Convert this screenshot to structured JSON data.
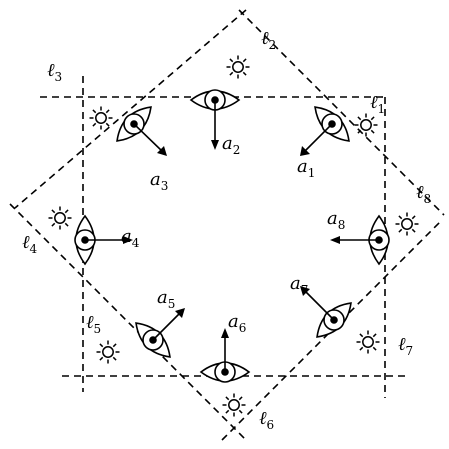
{
  "lines": [
    {
      "letter": "ℓ",
      "sub": "1"
    },
    {
      "letter": "ℓ",
      "sub": "2"
    },
    {
      "letter": "ℓ",
      "sub": "3"
    },
    {
      "letter": "ℓ",
      "sub": "4"
    },
    {
      "letter": "ℓ",
      "sub": "5"
    },
    {
      "letter": "ℓ",
      "sub": "6"
    },
    {
      "letter": "ℓ",
      "sub": "7"
    },
    {
      "letter": "ℓ",
      "sub": "8"
    }
  ],
  "agents": [
    {
      "letter": "a",
      "sub": "1"
    },
    {
      "letter": "a",
      "sub": "2"
    },
    {
      "letter": "a",
      "sub": "3"
    },
    {
      "letter": "a",
      "sub": "4"
    },
    {
      "letter": "a",
      "sub": "5"
    },
    {
      "letter": "a",
      "sub": "6"
    },
    {
      "letter": "a",
      "sub": "7"
    },
    {
      "letter": "a",
      "sub": "8"
    }
  ],
  "icons": {
    "eye": "eye-icon",
    "sun": "sun-icon"
  }
}
